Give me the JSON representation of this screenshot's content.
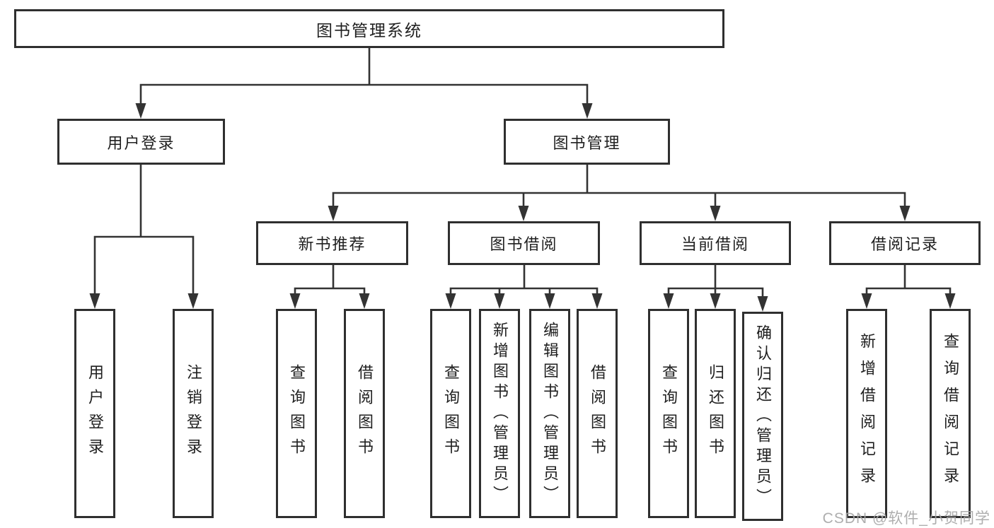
{
  "diagram": {
    "type": "hierarchy-tree",
    "root": {
      "label": "图书管理系统",
      "children": [
        {
          "label": "用户登录",
          "children": [
            {
              "label": "用户登录"
            },
            {
              "label": "注销登录"
            }
          ]
        },
        {
          "label": "图书管理",
          "children": [
            {
              "label": "新书推荐",
              "children": [
                {
                  "label": "查询图书"
                },
                {
                  "label": "借阅图书"
                }
              ]
            },
            {
              "label": "图书借阅",
              "children": [
                {
                  "label": "查询图书"
                },
                {
                  "label": "新增图书（管理员）"
                },
                {
                  "label": "编辑图书（管理员）"
                },
                {
                  "label": "借阅图书"
                }
              ]
            },
            {
              "label": "当前借阅",
              "children": [
                {
                  "label": "查询图书"
                },
                {
                  "label": "归还图书"
                },
                {
                  "label": "确认归还（管理员）"
                }
              ]
            },
            {
              "label": "借阅记录",
              "children": [
                {
                  "label": "新增借阅记录"
                },
                {
                  "label": "查询借阅记录"
                }
              ]
            }
          ]
        }
      ]
    },
    "colors": {
      "line": "#333333",
      "box_border": "#2f2f2f",
      "box_fill": "#ffffff",
      "text": "#1f1f1f",
      "watermark": "#a5a5a5",
      "background": "#ffffff"
    }
  },
  "watermark": {
    "text": "CSDN @软件_小贺同学"
  }
}
